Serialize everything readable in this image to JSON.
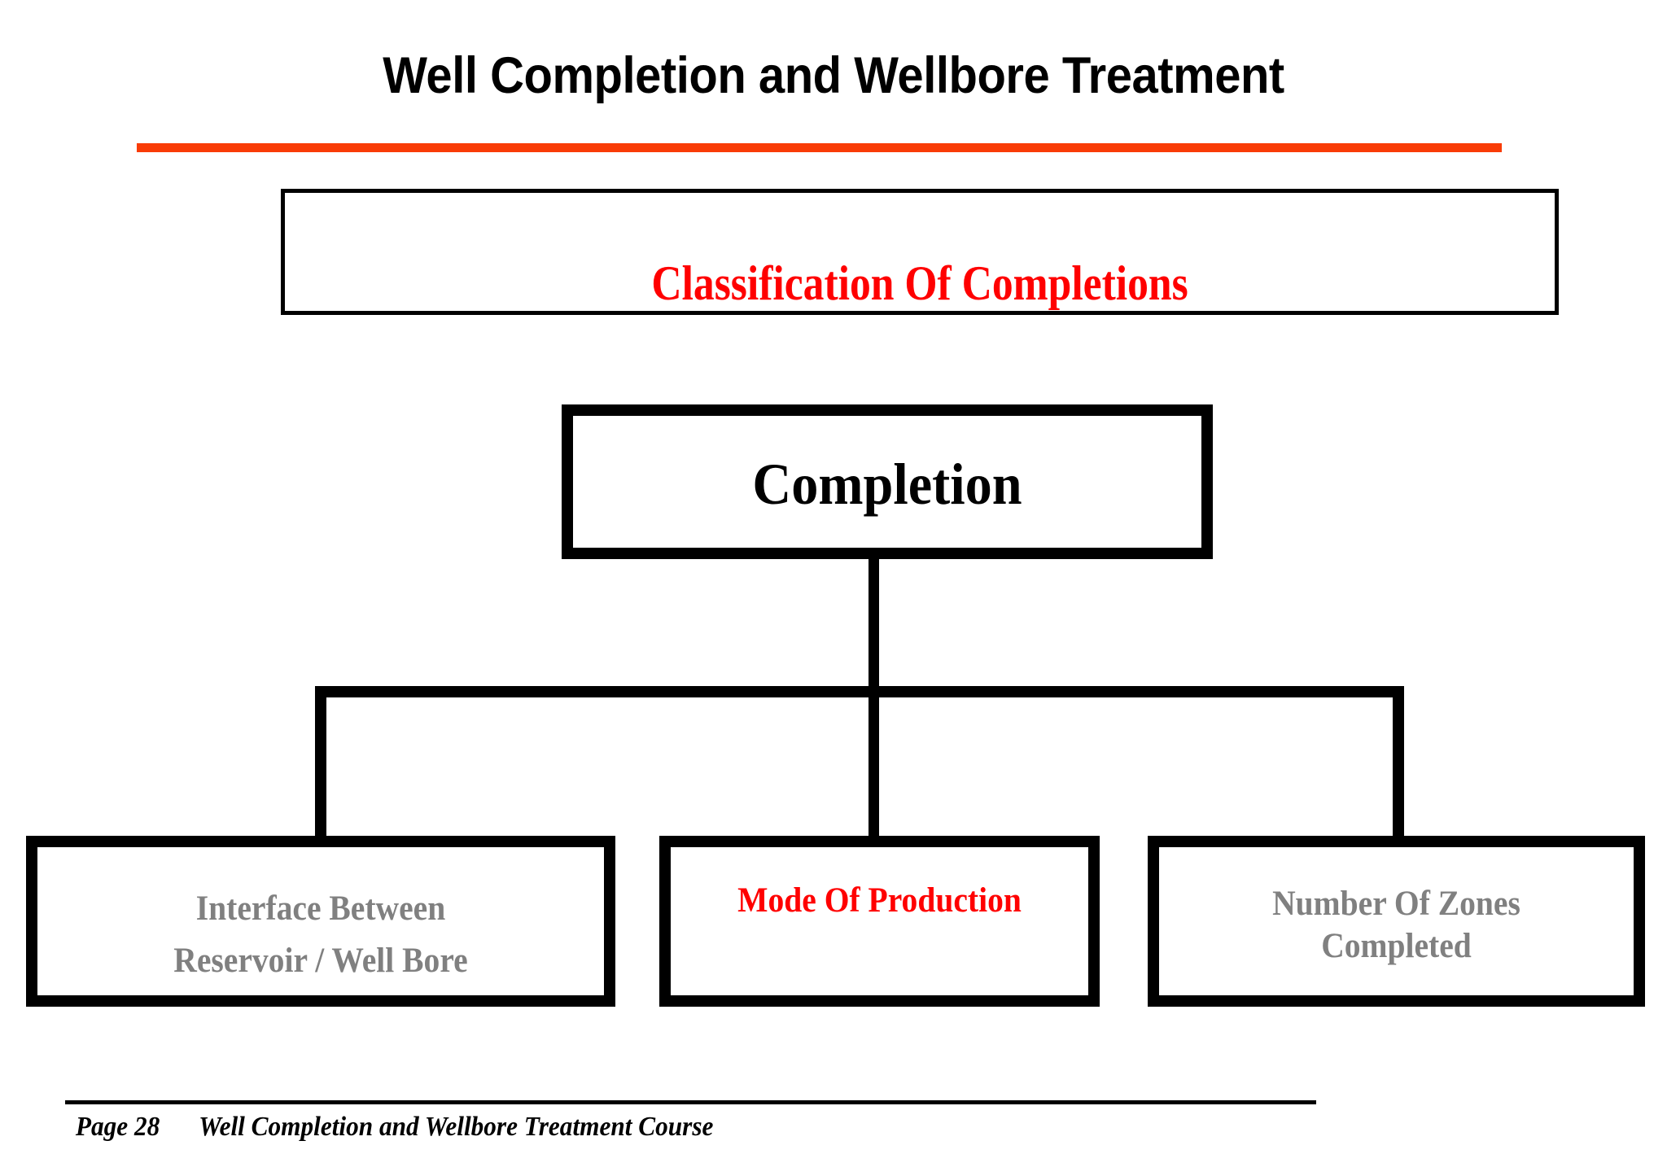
{
  "slide": {
    "title": "Well Completion and Wellbore Treatment",
    "accent_color": "#F93C06",
    "banner": {
      "label": "Classification Of Completions",
      "color": "#FF0000"
    },
    "diagram": {
      "root": {
        "label": "Completion",
        "color": "#000000"
      },
      "children": [
        {
          "label": "Interface Between",
          "label2": "Reservoir / Well Bore",
          "color": "#808080"
        },
        {
          "label": "Mode Of Production",
          "label2": "",
          "color": "#FF0000"
        },
        {
          "label": "Number Of Zones",
          "label2": "Completed",
          "color": "#808080"
        }
      ]
    }
  },
  "footer": {
    "page": "Page 28",
    "course": "Well Completion and Wellbore Treatment Course"
  }
}
